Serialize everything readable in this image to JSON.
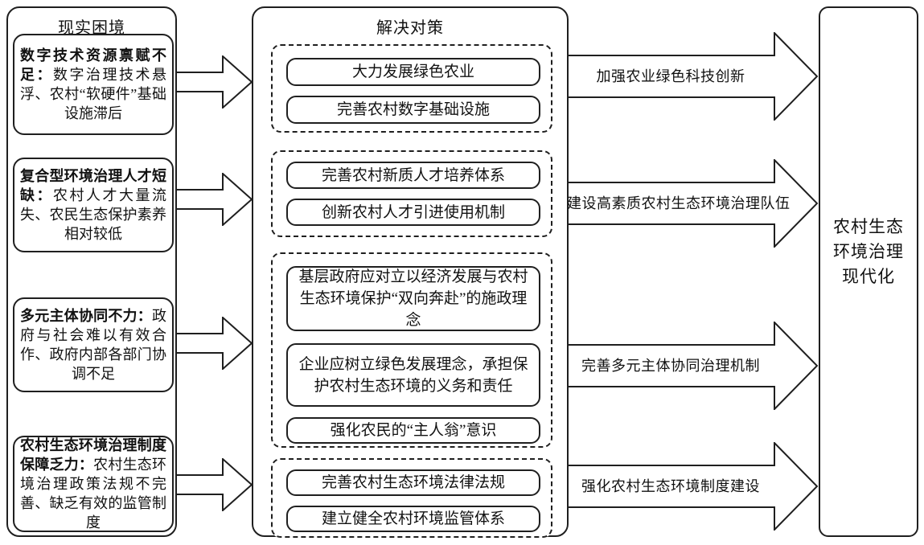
{
  "diagram": {
    "left": {
      "title": "现实困境",
      "items": [
        {
          "bold": "数字技术资源禀赋不足：",
          "rest": "数字治理技术悬浮、农村“软硬件”基础设施滞后"
        },
        {
          "bold": "复合型环境治理人才短缺：",
          "rest": "农村人才大量流失、农民生态保护素养相对较低"
        },
        {
          "bold": "多元主体协同不力：",
          "rest": "政府与社会难以有效合作、政府内部各部门协调不足"
        },
        {
          "bold": "农村生态环境治理制度保障乏力：",
          "rest": "农村生态环境治理政策法规不完善、缺乏有效的监管制度"
        }
      ]
    },
    "middle": {
      "title": "解决对策",
      "groups": [
        {
          "items": [
            "大力发展绿色农业",
            "完善农村数字基础设施"
          ]
        },
        {
          "items": [
            "完善农村新质人才培养体系",
            "创新农村人才引进使用机制"
          ]
        },
        {
          "items": [
            "基层政府应对立以经济发展与农村生态环境保护“双向奔赴”的施政理念",
            "企业应树立绿色发展理念，承担保护农村生态环境的义务和责任",
            "强化农民的“主人翁”意识"
          ]
        },
        {
          "items": [
            "完善农村生态环境法律法规",
            "建立健全农村环境监管体系"
          ]
        }
      ]
    },
    "arrows": [
      "加强农业绿色科技创新",
      "建设高素质农村生态环境治理队伍",
      "完善多元主体协同治理机制",
      "强化农村生态环境制度建设"
    ],
    "right": {
      "line1": "农村生态",
      "line2": "环境治理",
      "line3": "现代化"
    },
    "colors": {
      "line": "#1f1f1f",
      "background": "#ffffff"
    }
  }
}
